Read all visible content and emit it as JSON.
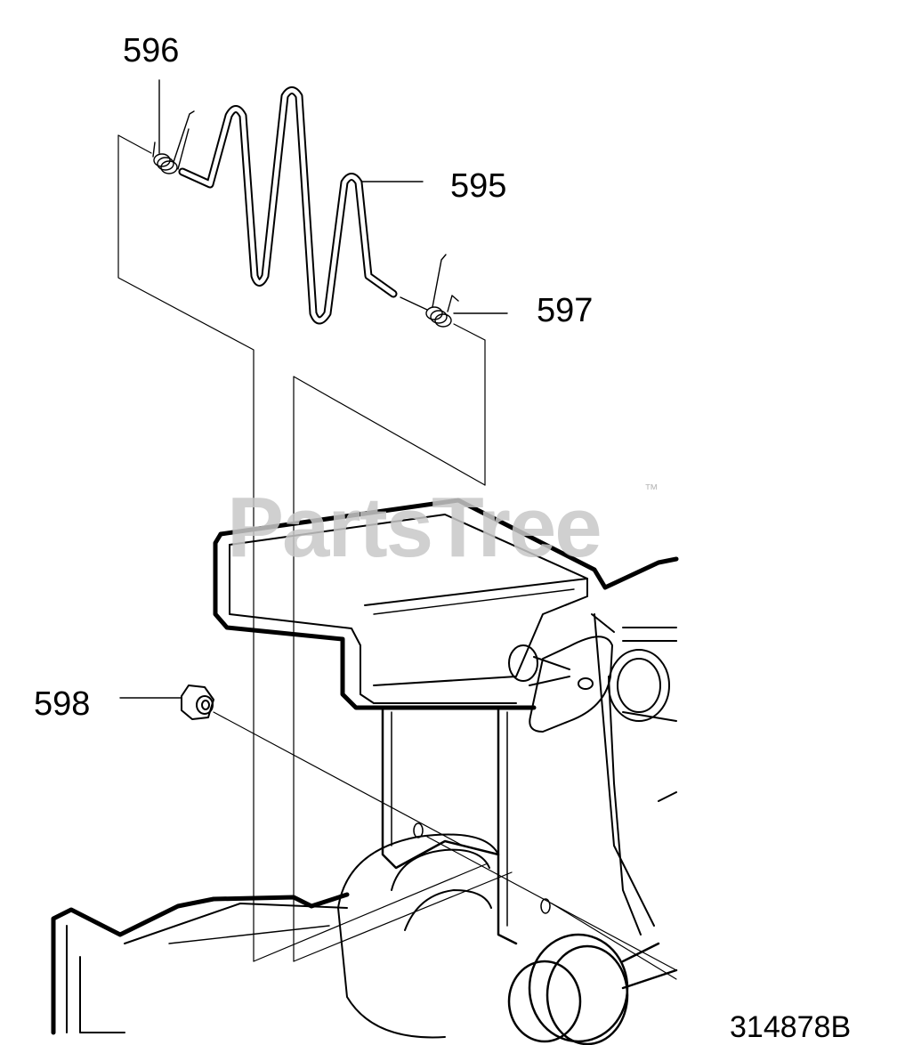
{
  "callouts": {
    "c596": "596",
    "c595": "595",
    "c597": "597",
    "c598": "598"
  },
  "document_number": "314878B",
  "watermark": {
    "text": "PartsTree",
    "trademark": "™"
  },
  "colors": {
    "line": "#000000",
    "watermark": "#c8c8c8",
    "background": "#ffffff"
  }
}
